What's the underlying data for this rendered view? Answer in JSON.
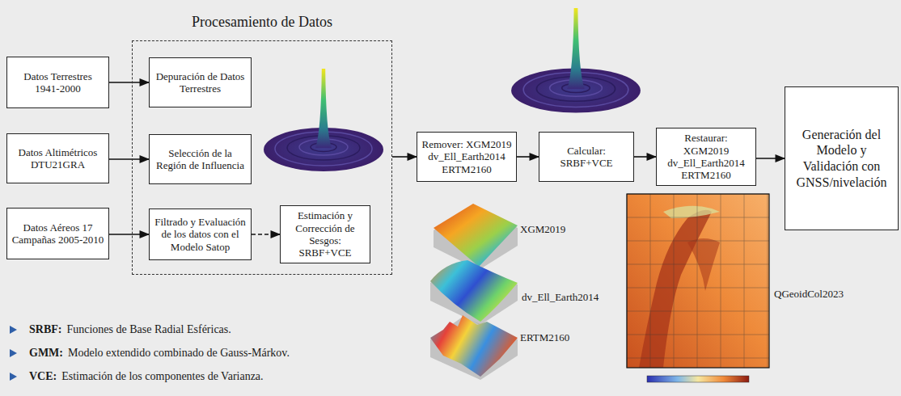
{
  "diagram": {
    "nodes": [
      {
        "text": [
          "Procesamiento de Datos"
        ]
      },
      {
        "text": [
          "Datos Terrestres 1941-2000"
        ]
      },
      {
        "text": [
          "Depuración de Datos Terrestres"
        ],
        "in": 0
      },
      {
        "text": [
          "Datos Altimétricos DTU21GRA"
        ]
      },
      {
        "text": [
          "Selección de la Región de Influencia"
        ],
        "in": 0
      },
      {
        "text": [
          "Datos Aéreos 17 Campañas 2005-2010"
        ]
      },
      {
        "text": [
          "Filtrado y Evaluación de los datos con el Modelo Satop"
        ],
        "in": 0
      },
      {
        "text": [
          "Estimación y Corrección de Sesgos: SRBF+VCE"
        ],
        "in": 0
      },
      {
        "text": [
          "Remover: XGM2019 dv_Ell_Earth2014 ERTM2160"
        ]
      },
      {
        "text": [
          "Calcular: SRBF+VCE"
        ]
      },
      {
        "text": [
          "Restaurar: XGM2019 dv_Ell_Earth2014 ERTM2160"
        ]
      },
      {
        "text": [
          "Generación del Modelo y Validación con GNSS/nivelación"
        ]
      }
    ],
    "edges": [
      {
        "from": 1,
        "to": 2,
        "arrow": "to"
      },
      {
        "from": 3,
        "to": 4,
        "arrow": "to"
      },
      {
        "from": 5,
        "to": 6,
        "arrow": "to"
      },
      {
        "from": 6,
        "to": 7,
        "arrow": "to"
      },
      {
        "from": 0,
        "to": 8,
        "arrow": "to"
      },
      {
        "from": 8,
        "to": 9,
        "arrow": "to"
      },
      {
        "from": 9,
        "to": 10,
        "arrow": "to"
      },
      {
        "from": 10,
        "to": 11,
        "arrow": "to"
      }
    ],
    "labels": [
      "XGM2019",
      "dv_Ell_Earth2014",
      "ERTM2160",
      "QGeoidCol2023",
      "SRBF:",
      "Funciones de Base Radial Esféricas.",
      "GMM:",
      "Modelo extendido combinado de Gauss-Márkov.",
      "VCE:",
      "Estimación de los componentes de Varianza."
    ]
  }
}
